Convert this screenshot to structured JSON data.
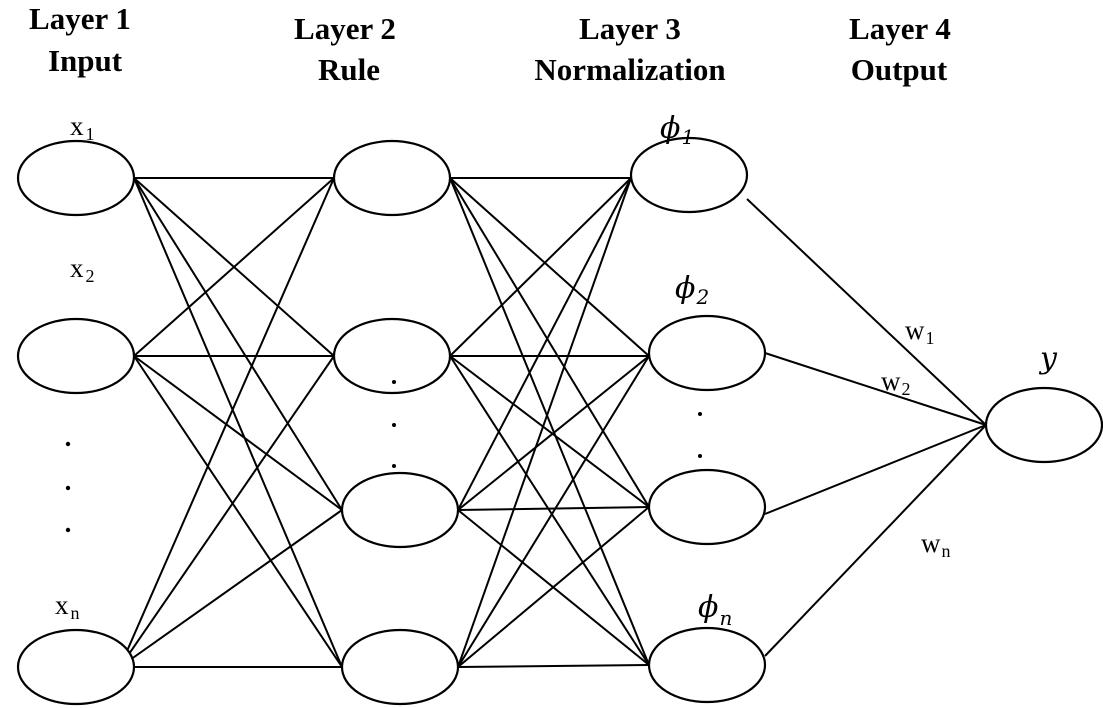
{
  "layers": [
    {
      "line1": "Layer 1",
      "line2": "Input"
    },
    {
      "line1": "Layer 2",
      "line2": "Rule"
    },
    {
      "line1": "Layer 3",
      "line2": "Normalization"
    },
    {
      "line1": "Layer 4",
      "line2": "Output"
    }
  ],
  "inputs": [
    {
      "base": "x",
      "sub": "1"
    },
    {
      "base": "x",
      "sub": "2"
    },
    {
      "base": "x",
      "sub": "n"
    }
  ],
  "normalization": [
    {
      "base": "ϕ",
      "sub": "1"
    },
    {
      "base": "ϕ",
      "sub": "2"
    },
    {
      "base": "ϕ",
      "sub": "n"
    }
  ],
  "weights": [
    {
      "base": "w",
      "sub": "1"
    },
    {
      "base": "w",
      "sub": "2"
    },
    {
      "base": "w",
      "sub": "n"
    }
  ],
  "output": {
    "label": "y"
  },
  "ellipsis": "."
}
